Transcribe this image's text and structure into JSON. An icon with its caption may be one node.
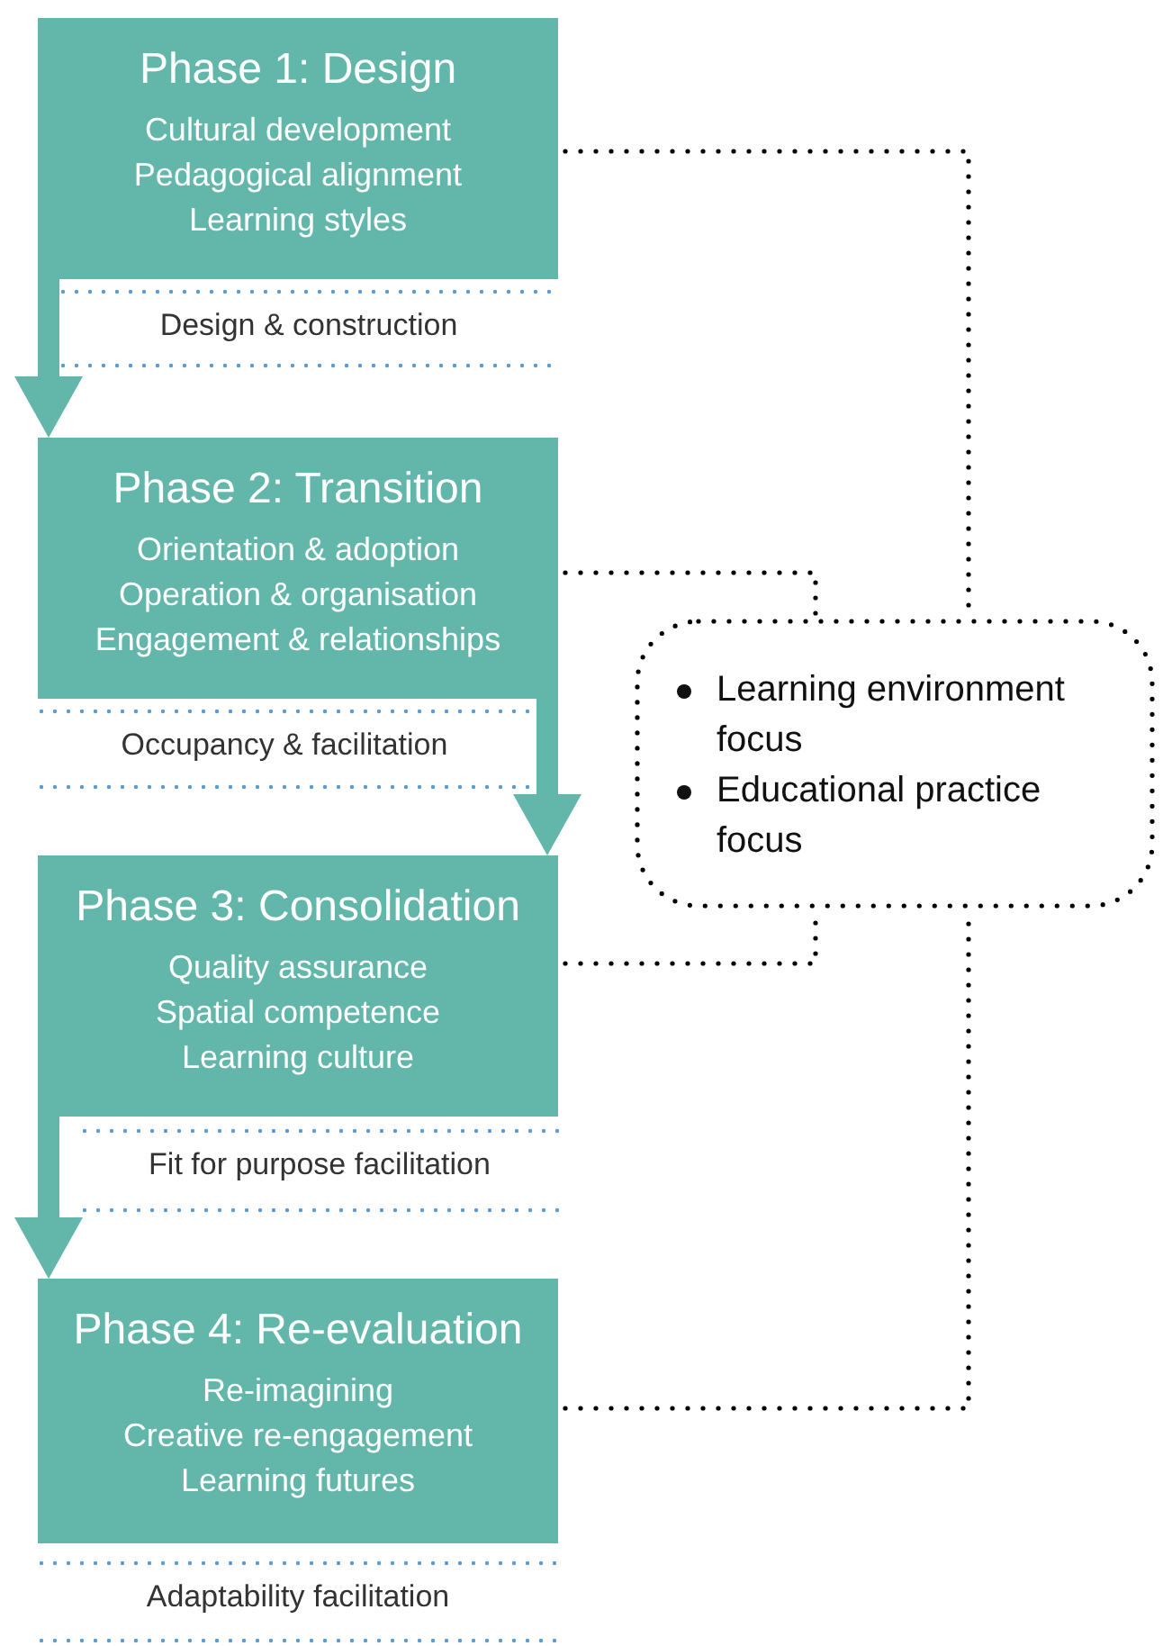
{
  "diagram": {
    "nodes": [
      {
        "text": [
          "Phase 1: Design",
          "Cultural development",
          "Pedagogical alignment",
          "Learning styles"
        ],
        "beside": [
          "Design & construction"
        ]
      },
      {
        "text": [
          "Phase 2: Transition",
          "Orientation & adoption",
          "Operation & organisation",
          "Engagement & relationships"
        ],
        "beside": [
          "Occupancy & facilitation"
        ]
      },
      {
        "text": [
          "Phase 3: Consolidation",
          "Quality assurance",
          "Spatial competence",
          "Learning culture"
        ],
        "beside": [
          "Fit for purpose facilitation"
        ]
      },
      {
        "text": [
          "Phase 4: Re-evaluation",
          "Re-imagining",
          "Creative re-engagement",
          "Learning futures"
        ],
        "beside": [
          "Adaptability facilitation"
        ]
      },
      {
        "text": [
          "Learning environment focus",
          "Educational practice focus"
        ]
      }
    ],
    "edges": [
      {
        "from": 0,
        "to": 1,
        "arrow": "to",
        "style": "thick",
        "color": "#62b6aa"
      },
      {
        "from": 1,
        "to": 2,
        "arrow": "to",
        "style": "thick",
        "color": "#62b6aa"
      },
      {
        "from": 2,
        "to": 3,
        "arrow": "to",
        "style": "thick",
        "color": "#62b6aa"
      },
      {
        "from": 0,
        "to": 4,
        "arrow": "none",
        "style": "dashed"
      },
      {
        "from": 1,
        "to": 4,
        "arrow": "none",
        "style": "dashed"
      },
      {
        "from": 2,
        "to": 4,
        "arrow": "none",
        "style": "dashed"
      },
      {
        "from": 3,
        "to": 4,
        "arrow": "none",
        "style": "dashed"
      }
    ]
  }
}
